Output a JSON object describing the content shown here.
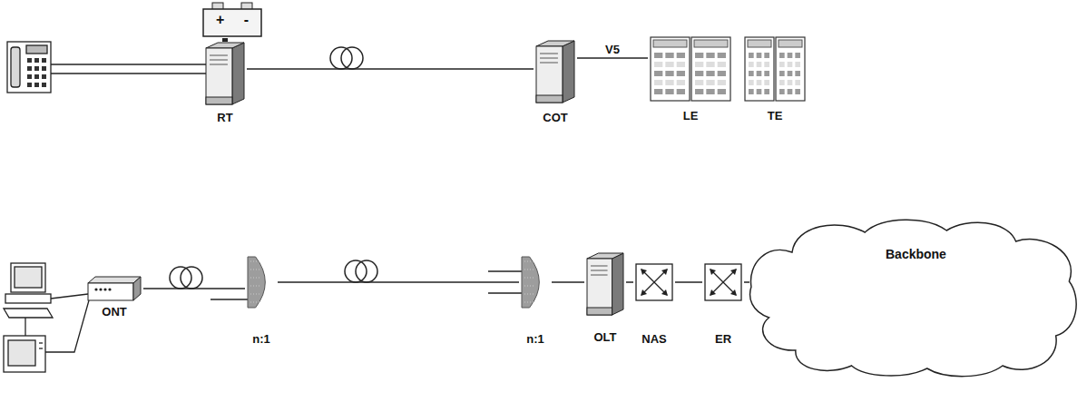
{
  "diagram": {
    "nodes": [
      {
        "text": [
          "+",
          "-"
        ]
      },
      {
        "text": [
          "RT"
        ]
      },
      {
        "text": [
          "COT"
        ]
      },
      {
        "text": [
          "LE"
        ]
      },
      {
        "text": [
          "TE"
        ]
      },
      {
        "text": [
          "ONT"
        ]
      },
      {
        "text": [
          "n:1"
        ]
      },
      {
        "text": [
          "n:1"
        ]
      },
      {
        "text": [
          "OLT"
        ]
      },
      {
        "text": [
          "NAS"
        ]
      },
      {
        "text": [
          "ER"
        ]
      },
      {
        "text": [
          "Backbone"
        ]
      }
    ],
    "edges": [
      {
        "from": 0,
        "to": 1,
        "arrow": "none"
      },
      {
        "from": 1,
        "to": 2,
        "arrow": "none"
      },
      {
        "from": 2,
        "to": 3,
        "label": "V5",
        "arrow": "none"
      },
      {
        "from": 5,
        "to": 6,
        "arrow": "none"
      },
      {
        "from": 6,
        "to": 7,
        "arrow": "none"
      },
      {
        "from": 7,
        "to": 8,
        "arrow": "none"
      },
      {
        "from": 8,
        "to": 9,
        "arrow": "none"
      },
      {
        "from": 9,
        "to": 10,
        "arrow": "none"
      },
      {
        "from": 10,
        "to": 11,
        "arrow": "none"
      }
    ]
  }
}
